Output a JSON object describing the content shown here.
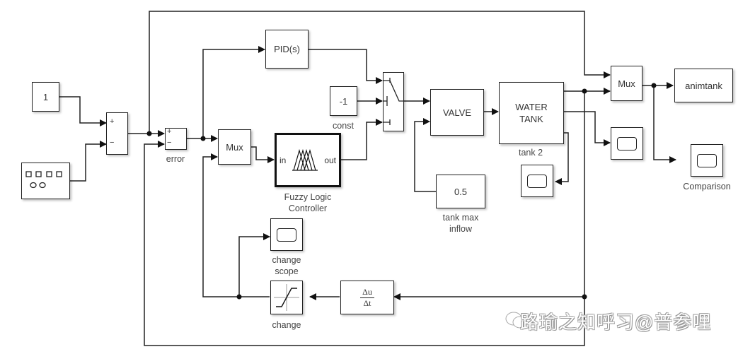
{
  "diagram": {
    "type": "simulink-model",
    "blocks": {
      "const_one": {
        "text": "1"
      },
      "signal_builder": {
        "icon": "signal-builder-icon"
      },
      "sum1": {
        "plus": "+",
        "minus": "−"
      },
      "error_sum": {
        "plus": "+",
        "minus": "−",
        "label": "error"
      },
      "pid": {
        "text": "PID(s)"
      },
      "mux1": {
        "text": "Mux"
      },
      "fuzzy": {
        "in": "in",
        "out": "out",
        "label_line1": "Fuzzy Logic",
        "label_line2": "Controller"
      },
      "const_neg": {
        "text": "-1",
        "label": "const"
      },
      "switch": {
        "icon": "multiport-switch-icon"
      },
      "valve": {
        "text": "VALVE"
      },
      "water_tank": {
        "line1": "WATER",
        "line2": "TANK",
        "label": "tank 2"
      },
      "tank_max": {
        "text": "0.5",
        "label_line1": "tank max",
        "label_line2": "inflow"
      },
      "tank_scope": {
        "icon": "scope-icon"
      },
      "mux2": {
        "text": "Mux"
      },
      "animtank": {
        "text": "animtank"
      },
      "out_scope": {
        "icon": "scope-icon"
      },
      "comparison": {
        "icon": "scope-icon",
        "label": "Comparison"
      },
      "change_scope": {
        "icon": "scope-icon",
        "label_line1": "change",
        "label_line2": "scope"
      },
      "change": {
        "icon": "saturation-icon",
        "label": "change"
      },
      "derivative": {
        "num": "Δu",
        "den": "Δt"
      }
    }
  },
  "watermark": {
    "text": "路瑜之知呼习@普参哩"
  }
}
